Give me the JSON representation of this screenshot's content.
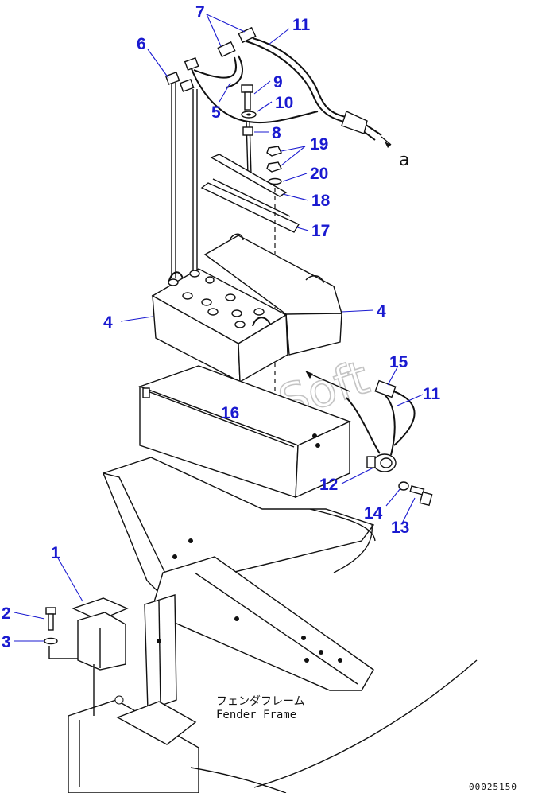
{
  "callouts": {
    "c1": "1",
    "c2": "2",
    "c3": "3",
    "c4a": "4",
    "c4b": "4",
    "c5": "5",
    "c6": "6",
    "c7": "7",
    "c8": "8",
    "c9": "9",
    "c10": "10",
    "c11a": "11",
    "c11b": "11",
    "c12": "12",
    "c13": "13",
    "c14": "14",
    "c15": "15",
    "c16": "16",
    "c17": "17",
    "c18": "18",
    "c19": "19",
    "c20": "20"
  },
  "reference_arrow_label": "a",
  "frame_note": {
    "japanese": "フェンダフレーム",
    "english": "Fender Frame"
  },
  "watermark": "AutoSoft",
  "diagram_code": "00025150"
}
